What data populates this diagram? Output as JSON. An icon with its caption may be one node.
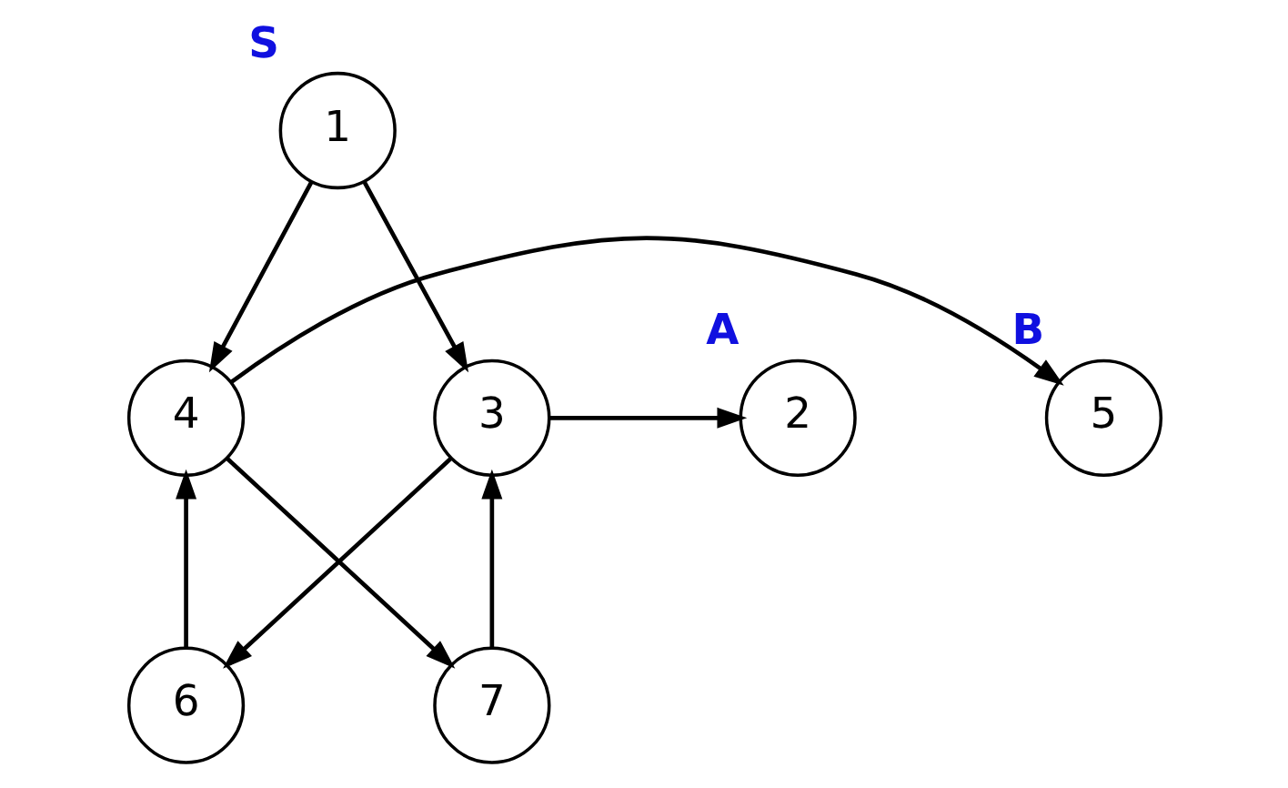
{
  "diagram": {
    "nodes": [
      {
        "text": [
          "1"
        ],
        "beside": [
          "S"
        ]
      },
      {
        "text": [
          "2"
        ],
        "beside": [
          "A"
        ]
      },
      {
        "text": [
          "3"
        ]
      },
      {
        "text": [
          "4"
        ]
      },
      {
        "text": [
          "5"
        ],
        "beside": [
          "B"
        ]
      },
      {
        "text": [
          "6"
        ]
      },
      {
        "text": [
          "7"
        ]
      }
    ],
    "edges": [
      {
        "from": 0,
        "to": 2,
        "arrow": "to"
      },
      {
        "from": 0,
        "to": 3,
        "arrow": "to"
      },
      {
        "from": 2,
        "to": 1,
        "arrow": "to"
      },
      {
        "from": 3,
        "to": 4,
        "arrow": "to"
      },
      {
        "from": 2,
        "to": 5,
        "arrow": "to"
      },
      {
        "from": 3,
        "to": 6,
        "arrow": "to"
      },
      {
        "from": 5,
        "to": 3,
        "arrow": "to"
      },
      {
        "from": 6,
        "to": 2,
        "arrow": "to"
      }
    ]
  }
}
